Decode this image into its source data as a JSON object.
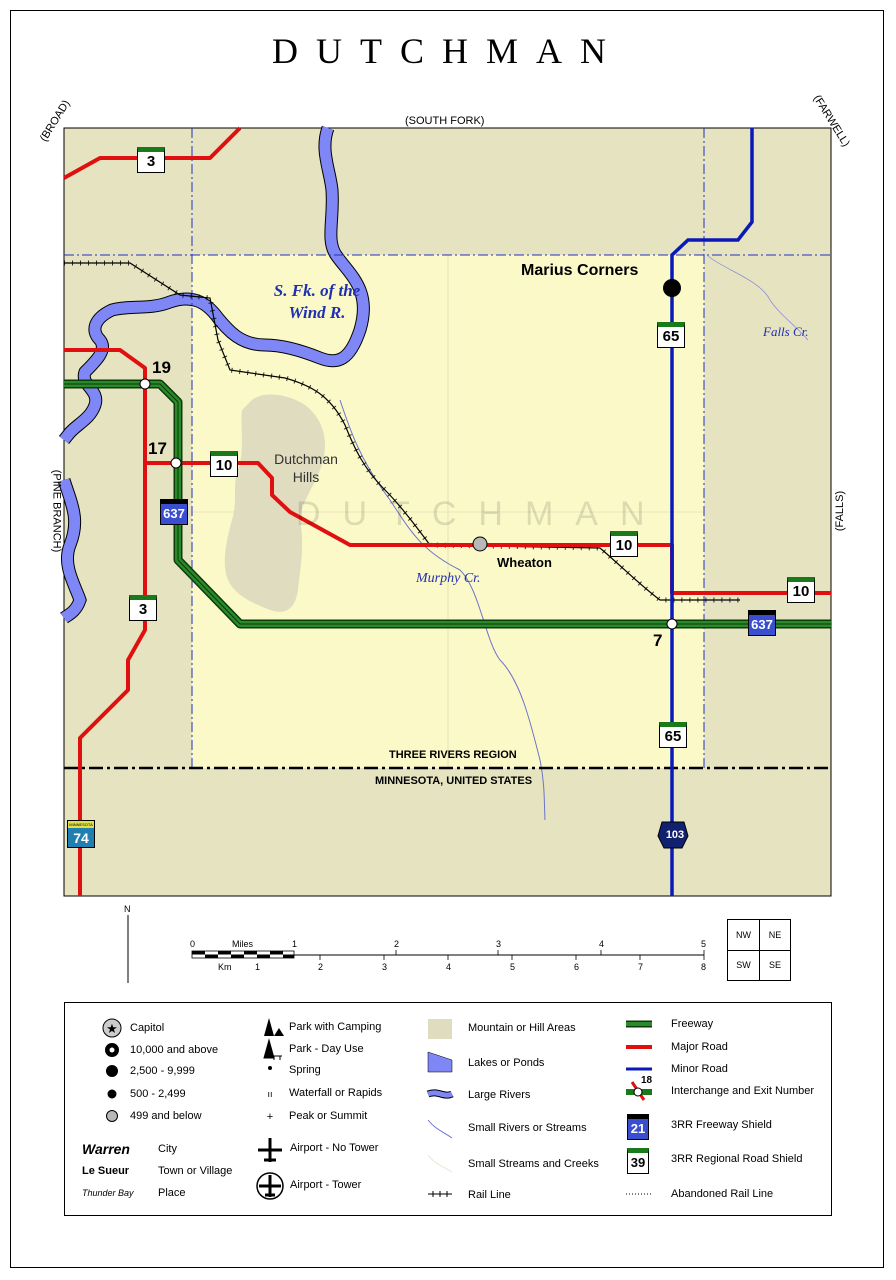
{
  "title": "DUTCHMAN",
  "watermark": "DUTCHMAN",
  "neighbors": {
    "north": "(SOUTH FORK)",
    "northwest": "(BROAD)",
    "northeast": "(FARWELL)",
    "west": "(PINE BRANCH)",
    "east": "(FALLS)"
  },
  "places": {
    "marius_corners": "Marius Corners",
    "wheaton": "Wheaton",
    "dutchman_hills": "Dutchman Hills"
  },
  "water_labels": {
    "wind_river": "S. Fk. of the Wind R.",
    "falls_creek": "Falls Cr.",
    "murphy_creek": "Murphy Cr."
  },
  "region_labels": {
    "north": "THREE RIVERS REGION",
    "south": "MINNESOTA, UNITED STATES"
  },
  "shields": {
    "r3a": "3",
    "r3b": "3",
    "r65a": "65",
    "r65b": "65",
    "r10a": "10",
    "r10b": "10",
    "r10c": "10",
    "f637a": "637",
    "f637b": "637",
    "mn74": "74",
    "mn74_tag": "MINNESOTA",
    "county103": "103"
  },
  "exits": {
    "e19": "19",
    "e17": "17",
    "e7": "7"
  },
  "scale": {
    "miles_label": "Miles",
    "km_label": "Km",
    "miles_ticks": [
      "0",
      "1",
      "2",
      "3",
      "4",
      "5"
    ],
    "km_ticks": [
      "1",
      "2",
      "3",
      "4",
      "5",
      "6",
      "7",
      "8"
    ],
    "north_label": "N"
  },
  "compass": {
    "nw": "NW",
    "ne": "NE",
    "sw": "SW",
    "se": "SE"
  },
  "legend": {
    "capitol": "Capitol",
    "pop_10000": "10,000 and above",
    "pop_2500": "2,500 - 9,999",
    "pop_500": "500 - 2,499",
    "pop_499": "499 and below",
    "city_example": "Warren",
    "city": "City",
    "town_example": "Le Sueur",
    "town": "Town or Village",
    "place_example": "Thunder Bay",
    "place": "Place",
    "park_camping": "Park with Camping",
    "park_day": "Park - Day Use",
    "spring": "Spring",
    "waterfall": "Waterfall or Rapids",
    "peak": "Peak or Summit",
    "airport_no_tower": "Airport - No Tower",
    "airport_tower": "Airport - Tower",
    "mountain": "Mountain or Hill Areas",
    "lakes": "Lakes or Ponds",
    "large_rivers": "Large Rivers",
    "small_rivers": "Small Rivers or Streams",
    "small_streams": "Small Streams and Creeks",
    "rail": "Rail Line",
    "freeway": "Freeway",
    "major_road": "Major Road",
    "minor_road": "Minor Road",
    "interchange": "Interchange and Exit Number",
    "interchange_num": "18",
    "freeway_shield": "3RR Freeway Shield",
    "freeway_shield_num": "21",
    "regional_shield": "3RR Regional Road Shield",
    "regional_shield_num": "39",
    "abandoned_rail": "Abandoned Rail Line"
  },
  "colors": {
    "outside_land": "#e6e4c0",
    "county_land": "#fbf9c8",
    "hills": "#e0dcbf",
    "water": "#7f86f5",
    "major_road": "#e01010",
    "minor_road": "#0a1ab8",
    "freeway": "#1a7a1a",
    "boundary": "#2030c0"
  }
}
